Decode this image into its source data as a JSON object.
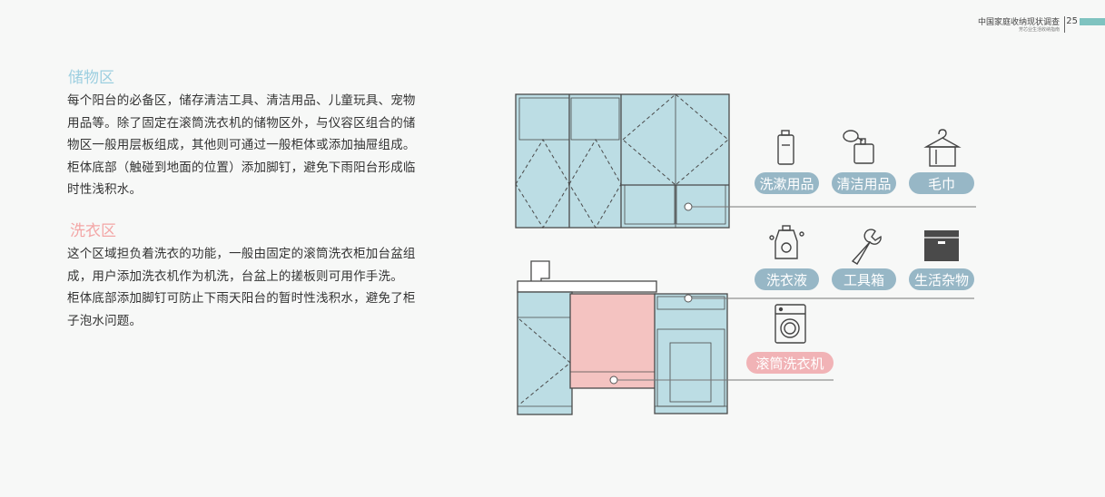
{
  "header": {
    "title": "中国家庭收纳现状调查",
    "subtitle": "芳芯业生活收纳指南",
    "page_number": "25"
  },
  "sections": [
    {
      "title": "储物区",
      "lines": [
        "每个阳台的必备区，储存清洁工具、清洁用品、儿童玩具、宠物",
        "用品等。除了固定在滚筒洗衣机的储物区外，与仪容区组合的储",
        "物区一般用层板组成，其他则可通过一般柜体或添加抽屉组成。",
        "柜体底部（触碰到地面的位置）添加脚钉，避免下雨阳台形成临",
        "时性浅积水。"
      ]
    },
    {
      "title": "洗衣区",
      "lines": [
        "这个区域担负着洗衣的功能，一般由固定的滚筒洗衣柜加台盆组",
        "成，用户添加洗衣机作为机洗，台盆上的搓板则可用作手洗。",
        "柜体底部添加脚钉可防止下雨天阳台的暂时性浅积水，避免了柜",
        "子泡水问题。"
      ]
    }
  ],
  "storage_items": [
    {
      "label": "洗漱用品",
      "icon": "toiletry-bottle-icon"
    },
    {
      "label": "清洁用品",
      "icon": "spray-bottle-icon"
    },
    {
      "label": "毛巾",
      "icon": "towel-hanger-icon"
    },
    {
      "label": "洗衣液",
      "icon": "detergent-bottle-icon"
    },
    {
      "label": "工具箱",
      "icon": "wrench-icon"
    },
    {
      "label": "生活杂物",
      "icon": "storage-box-icon"
    }
  ],
  "laundry_item": {
    "label": "滚筒洗衣机",
    "icon": "washing-machine-icon"
  },
  "colors": {
    "cabinet_blue": "#bcdde4",
    "washer_pink": "#f4c3c1",
    "pill_blue": "#97b7c6",
    "pill_pink": "#f1b3b6",
    "title_blue": "#9dcfe0",
    "title_pink": "#f3a6a6",
    "page_accent": "#7fc3c0"
  }
}
